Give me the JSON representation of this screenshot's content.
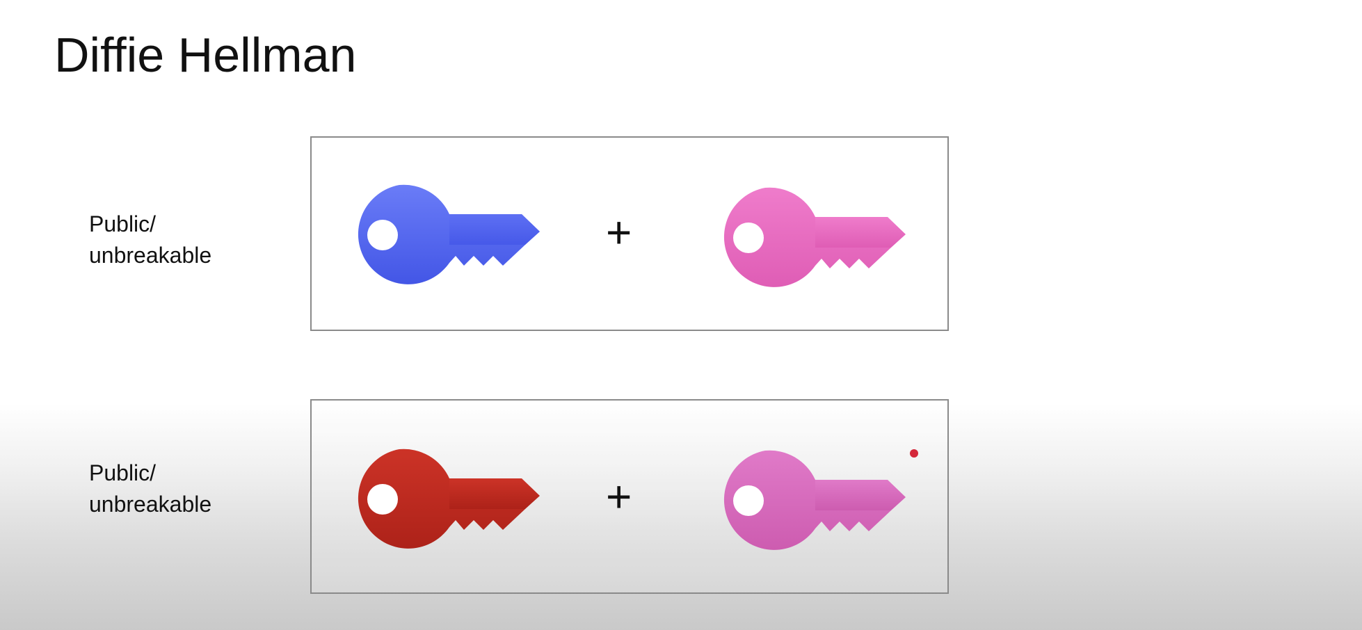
{
  "slide": {
    "title": "Diffie Hellman"
  },
  "rows": [
    {
      "label_line1": "Public/",
      "label_line2": "unbreakable",
      "operator": "+",
      "left_key": {
        "icon": "key-icon",
        "color": "#5366ef"
      },
      "right_key": {
        "icon": "key-icon",
        "color": "#e866be"
      }
    },
    {
      "label_line1": "Public/",
      "label_line2": "unbreakable",
      "operator": "+",
      "left_key": {
        "icon": "key-icon",
        "color": "#be2a20"
      },
      "right_key": {
        "icon": "key-icon",
        "color": "#d767bd"
      }
    }
  ],
  "colors": {
    "pointer_dot": "#d4283a"
  }
}
